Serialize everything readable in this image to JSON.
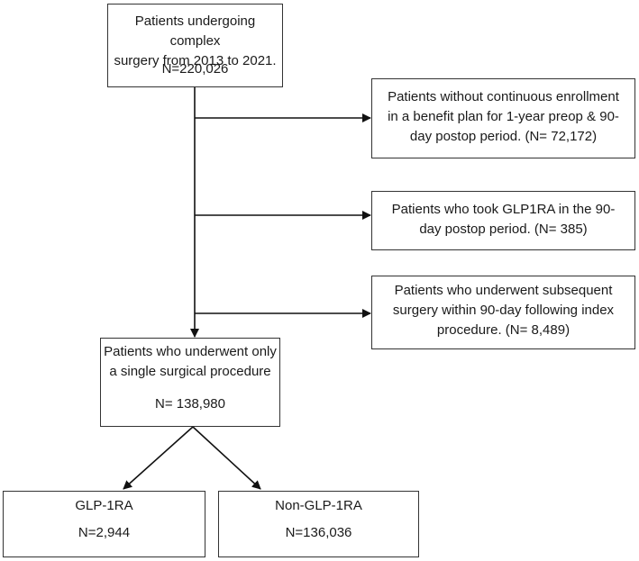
{
  "nodes": {
    "start": {
      "text": "Patients undergoing complex\nsurgery from 2013 to 2021.",
      "count": "N=220,026"
    },
    "excl1": {
      "text": "Patients without continuous enrollment\nin a benefit plan for 1-year preop & 90-\nday postop period. (N= 72,172)"
    },
    "excl2": {
      "text": "Patients who took GLP1RA in the 90-\nday postop period. (N= 385)"
    },
    "excl3": {
      "text": "Patients who underwent subsequent\nsurgery within 90-day following index\nprocedure. (N= 8,489)"
    },
    "single": {
      "text": "Patients who underwent only\na single surgical procedure",
      "count": "N= 138,980"
    },
    "glp": {
      "text": "GLP-1RA",
      "count": "N=2,944"
    },
    "nonglp": {
      "text": "Non-GLP-1RA",
      "count": "N=136,036"
    }
  }
}
